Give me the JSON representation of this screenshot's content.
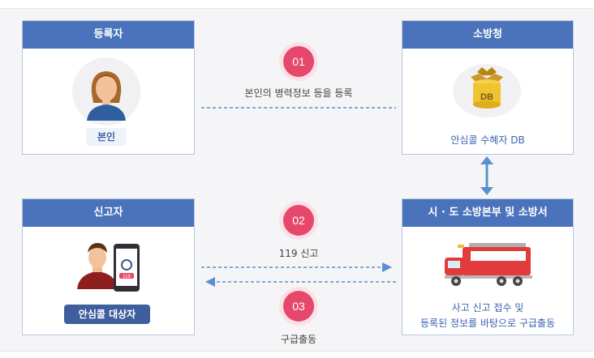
{
  "registrant": {
    "header": "등록자",
    "label": "본인"
  },
  "fire_agency": {
    "header": "소방청",
    "caption": "안심콜 수혜자 DB",
    "db_badge": "DB"
  },
  "reporter": {
    "header": "신고자",
    "label": "안심콜 대상자",
    "phone_badge": "119"
  },
  "fire_station": {
    "header": "시 · 도 소방본부 및 소방서",
    "caption_line1": "사고 신고 접수 및",
    "caption_line2": "등록된 정보를 바탕으로 구급출동"
  },
  "steps": [
    {
      "number": "01",
      "text": "본인의 병력정보 등을 등록"
    },
    {
      "number": "02",
      "text": "119 신고"
    },
    {
      "number": "03",
      "text": "구급출동"
    }
  ],
  "colors": {
    "header_blue": "#4b73bb",
    "step_pink": "#e6486b",
    "arrow_blue": "#5b8fd0",
    "caption_blue": "#3b63b0"
  }
}
